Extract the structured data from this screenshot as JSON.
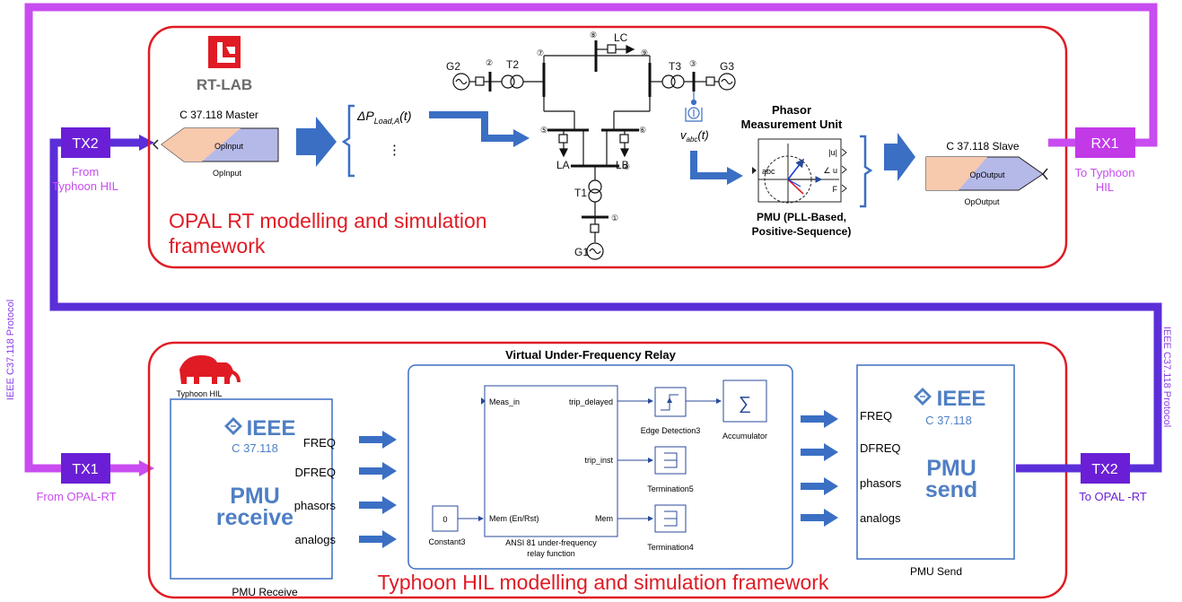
{
  "colors": {
    "magenta": "#c84cf0",
    "purple": "#5b2fd8",
    "red": "#e01b24",
    "blue": "#3b6fc4",
    "tx_box": "#6a1fd6",
    "rx_box": "#c23ae8",
    "ieee_blue": "#4f7fc4",
    "peach": "#f7c9ad",
    "lavender": "#b5b9e8"
  },
  "links": {
    "tx2_top": "TX2",
    "tx2_top_caption_1": "From",
    "tx2_top_caption_2": "Typhoon HIL",
    "rx1": "RX1",
    "rx1_caption_1": "To Typhoon",
    "rx1_caption_2": "HIL",
    "tx1": "TX1",
    "tx1_caption": "From OPAL-RT",
    "tx2_bottom": "TX2",
    "tx2_bottom_caption": "To OPAL -RT",
    "left_protocol": "IEEE C37.118 Protocol",
    "right_protocol": "IEEE C37.118 Protocol"
  },
  "opal": {
    "logo_text": "RT-LAB",
    "title_line1": "OPAL RT modelling and simulation",
    "title_line2": "framework",
    "master_title": "C 37.118 Master",
    "master_block_label": "OpInput",
    "master_caption": "OpInput",
    "delta_p": "ΔP",
    "delta_p_sub": "Load,A",
    "delta_p_arg": "(t)",
    "dots": "⋮",
    "slave_title": "C 37.118 Slave",
    "slave_block_label": "OpOutput",
    "slave_caption": "OpOutput",
    "pmu_title_1": "Phasor",
    "pmu_title_2": "Measurement Unit",
    "pmu_in": "abc",
    "pmu_out_1": "|u|",
    "pmu_out_2": "∠ u",
    "pmu_out_3": "F",
    "pmu_caption_1": "PMU (PLL-Based,",
    "pmu_caption_2": "Positive-Sequence)",
    "v_abc": "v",
    "v_abc_sub": "abc",
    "v_abc_arg": "(t)",
    "grid": {
      "G1": "G1",
      "G2": "G2",
      "G3": "G3",
      "T1": "T1",
      "T2": "T2",
      "T3": "T3",
      "LA": "LA",
      "LB": "LB",
      "LC": "LC",
      "b1": "①",
      "b2": "②",
      "b3": "③",
      "b4": "④",
      "b5": "⑤",
      "b6": "⑥",
      "b7": "⑦",
      "b8": "⑧",
      "b9": "⑨"
    }
  },
  "typhoon": {
    "logo_text": "Typhoon HIL",
    "title": "Typhoon HIL modelling and simulation framework",
    "relay_title": "Virtual Under-Frequency Relay",
    "receive": {
      "ieee": "IEEE",
      "std": "C 37.118",
      "name_1": "PMU",
      "name_2": "receive",
      "caption": "PMU Receive",
      "outputs": [
        "FREQ",
        "DFREQ",
        "phasors",
        "analogs"
      ]
    },
    "relay": {
      "meas_in": "Meas_in",
      "trip_delayed": "trip_delayed",
      "trip_inst": "trip_inst",
      "mem_in": "Mem (En/Rst)",
      "mem_out": "Mem",
      "caption_1": "ANSI 81 under-frequency",
      "caption_2": "relay function",
      "constant_value": "0",
      "constant_label": "Constant3",
      "edge_label": "Edge Detection3",
      "accumulator_symbol": "∑",
      "accumulator_label": "Accumulator",
      "termination5": "Termination5",
      "termination4": "Termination4"
    },
    "send": {
      "ieee": "IEEE",
      "std": "C 37.118",
      "name_1": "PMU",
      "name_2": "send",
      "caption": "PMU Send",
      "inputs": [
        "FREQ",
        "DFREQ",
        "phasors",
        "analogs"
      ]
    }
  }
}
